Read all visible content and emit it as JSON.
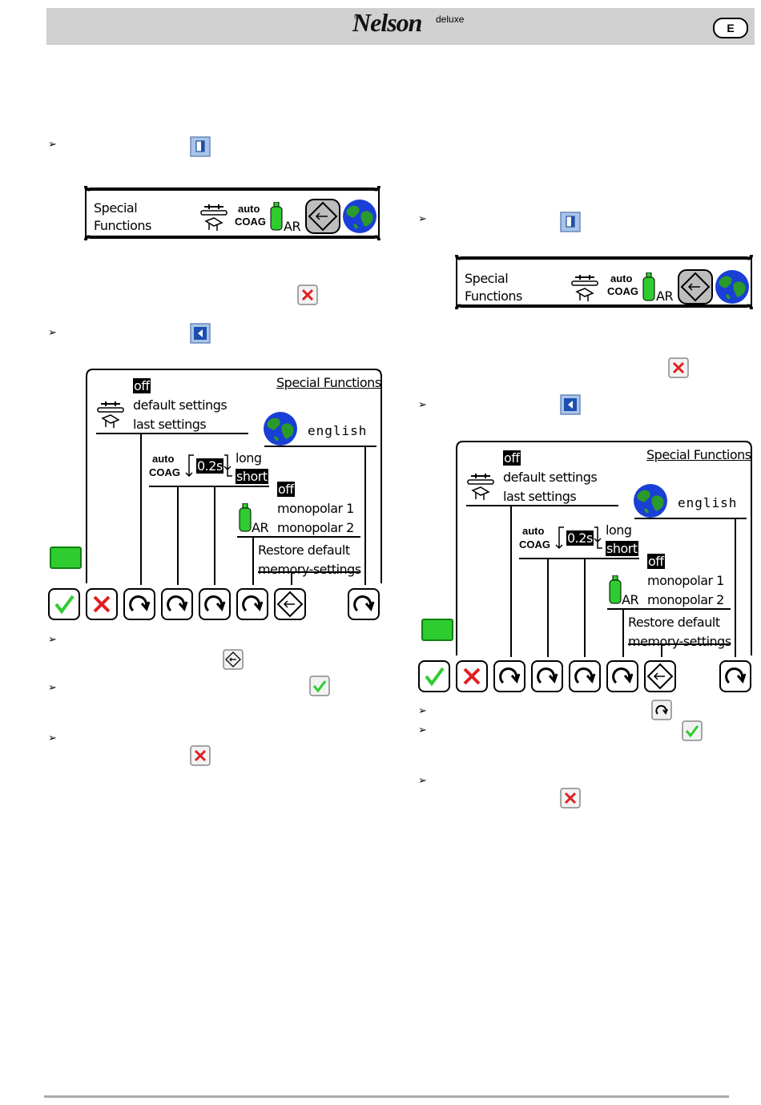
{
  "header": {
    "logo": "Nelson",
    "logo_sup": "deluxe",
    "logo_reg": "®",
    "lang_badge": "E"
  },
  "bullet": "➢",
  "status_bar": {
    "label_line1": "Special",
    "label_line2": "Functions",
    "auto": "auto",
    "coag": "COAG",
    "gas": "AR"
  },
  "menu": {
    "title": "Special Functions",
    "memory_options": [
      "off",
      "default settings",
      "last settings"
    ],
    "language": "english",
    "auto": "auto",
    "coag": "COAG",
    "delay": "0.2s",
    "long": "long",
    "short": "short",
    "gas_options": [
      "off",
      "monopolar 1",
      "monopolar 2"
    ],
    "gas": "AR",
    "restore_line1": "Restore default",
    "restore_line2": "memory-settings"
  },
  "colors": {
    "header_bg": "#d0d0d0",
    "green": "#2ecc2e",
    "red_x": "#e02020",
    "globe_blue": "#1a3fd6",
    "globe_green": "#2a9a2a"
  }
}
